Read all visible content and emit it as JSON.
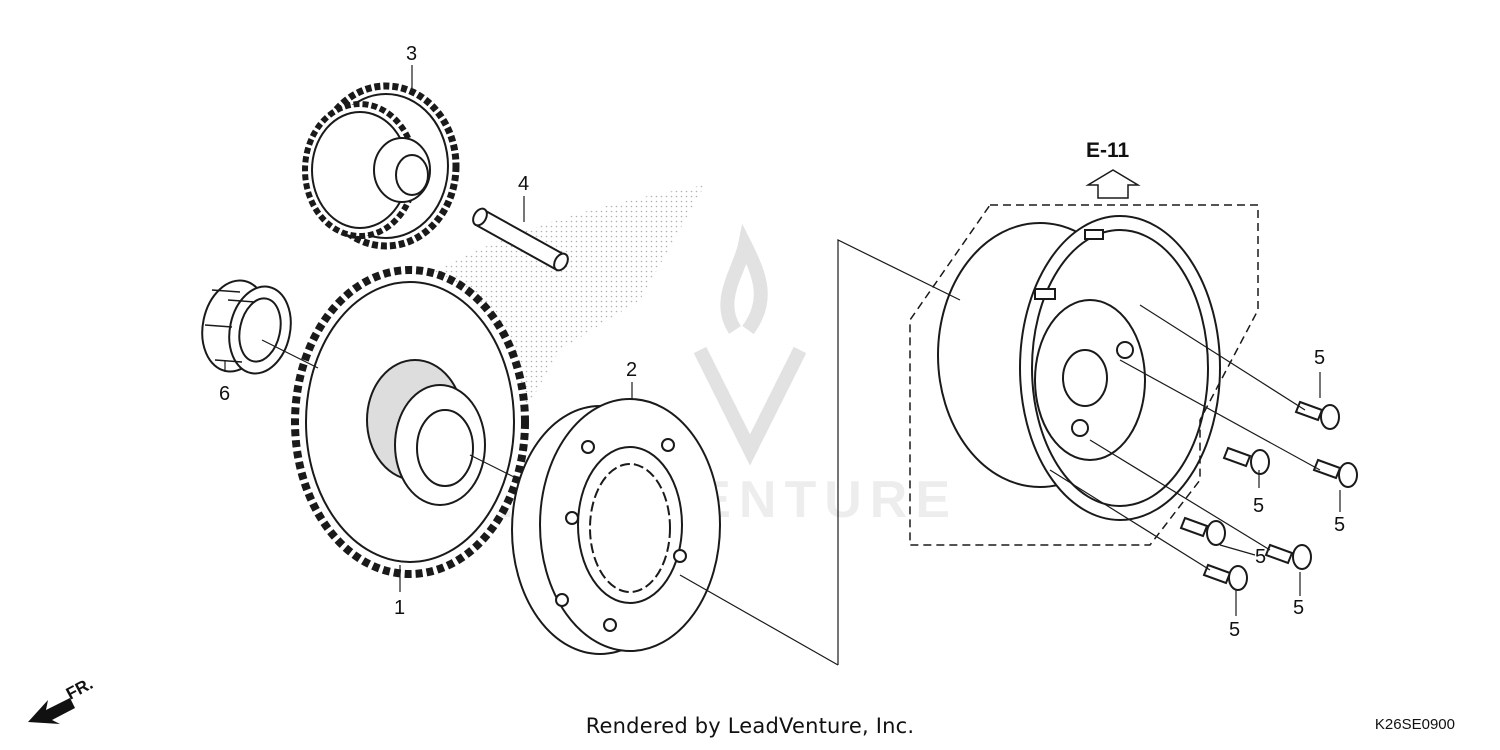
{
  "callouts": {
    "c1": "1",
    "c2": "2",
    "c3": "3",
    "c4": "4",
    "c5": "5",
    "c6": "6"
  },
  "reference": "E-11",
  "front_label": "FR.",
  "watermark": "LEADVENTURE",
  "footer": "Rendered by LeadVenture, Inc.",
  "diagram_code": "K26SE0900",
  "colors": {
    "line": "#1a1a1a",
    "stipple": "#bdbdbd",
    "watermark": "#d9d9d9"
  }
}
